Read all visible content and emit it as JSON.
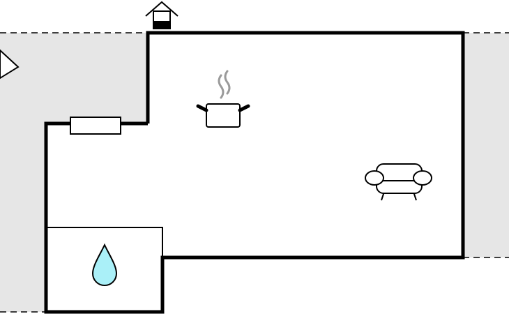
{
  "floor_plan": {
    "colors": {
      "background": "#ffffff",
      "outside_shade": "#e6e6e6",
      "wall": "#000000",
      "water_drop": "#aaf0f8",
      "steam": "#9a9a9a"
    },
    "rooms": [
      {
        "name": "main-room",
        "icons": [
          "cooking-pot-icon",
          "sofa-icon"
        ]
      },
      {
        "name": "bathroom",
        "icons": [
          "water-drop-icon"
        ]
      }
    ],
    "features": [
      "entrance-house-icon",
      "window",
      "compass-arrow-icon",
      "property-boundary-dashed"
    ]
  }
}
